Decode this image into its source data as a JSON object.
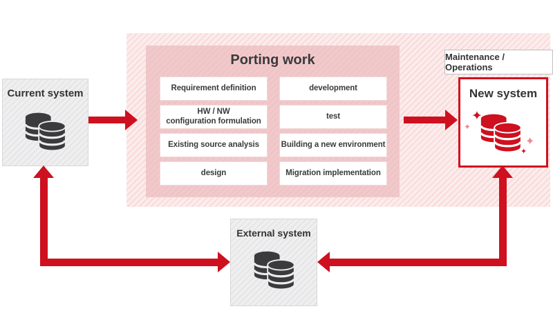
{
  "diagram": {
    "current_system": {
      "label": "Current system",
      "icon": "database-stack-icon"
    },
    "porting_work": {
      "title": "Porting work",
      "tasks": [
        "Requirement definition",
        "HW / NW\nconfiguration formulation",
        "Existing source analysis",
        "design",
        "development",
        "test",
        "Building a new environment",
        "Migration implementation"
      ]
    },
    "maintenance_label": "Maintenance / Operations",
    "new_system": {
      "label": "New system",
      "icon": "database-stack-icon"
    },
    "external_system": {
      "label": "External system",
      "icon": "database-stack-icon"
    },
    "icons": {
      "database": "database-stack-icon",
      "sparkle_glyph": "✦"
    },
    "colors": {
      "arrow_red": "#ce101f",
      "panel_pink": "#fbe7e8",
      "panel_inner_pink": "#efc5c8",
      "node_gray": "#ededee",
      "text_dark": "#333333"
    }
  }
}
